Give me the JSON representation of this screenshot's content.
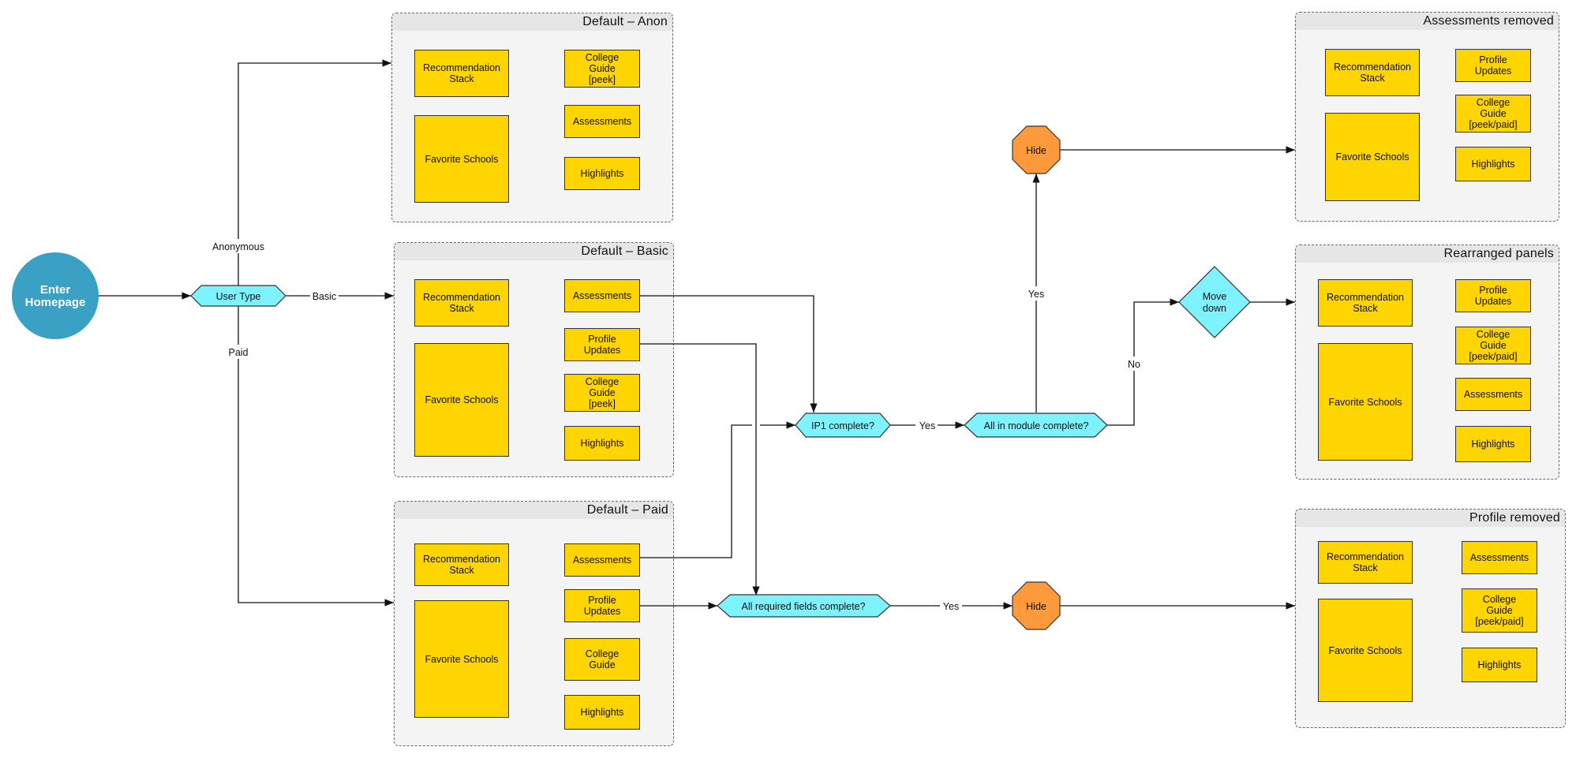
{
  "start": {
    "label": "Enter\nHomepage"
  },
  "decisions": {
    "user_type": "User Type",
    "ip1": "IP1 complete?",
    "all_module": "All in module complete?",
    "required": "All required fields complete?",
    "move_down": "Move\ndown"
  },
  "actions": {
    "hide": "Hide"
  },
  "edge_labels": {
    "anonymous": "Anonymous",
    "basic": "Basic",
    "paid": "Paid",
    "yes": "Yes",
    "no": "No"
  },
  "groups": {
    "anon": {
      "title": "Default – Anon",
      "items": [
        "Recommendation\nStack",
        "Favorite Schools",
        "College\nGuide\n[peek]",
        "Assessments",
        "Highlights"
      ]
    },
    "basic": {
      "title": "Default – Basic",
      "items": [
        "Recommendation\nStack",
        "Favorite Schools",
        "Assessments",
        "Profile\nUpdates",
        "College\nGuide\n[peek]",
        "Highlights"
      ]
    },
    "paid": {
      "title": "Default – Paid",
      "items": [
        "Recommendation\nStack",
        "Favorite Schools",
        "Assessments",
        "Profile\nUpdates",
        "College\nGuide",
        "Highlights"
      ]
    },
    "assess_removed": {
      "title": "Assessments removed",
      "items": [
        "Recommendation\nStack",
        "Favorite Schools",
        "Profile\nUpdates",
        "College\nGuide\n[peek/paid]",
        "Highlights"
      ]
    },
    "rearranged": {
      "title": "Rearranged panels",
      "items": [
        "Recommendation\nStack",
        "Favorite Schools",
        "Profile\nUpdates",
        "College\nGuide\n[peek/paid]",
        "Assessments",
        "Highlights"
      ]
    },
    "profile_removed": {
      "title": "Profile removed",
      "items": [
        "Recommendation\nStack",
        "Favorite Schools",
        "Assessments",
        "College\nGuide\n[peek/paid]",
        "Highlights"
      ]
    }
  },
  "colors": {
    "start": "#3aa0c4",
    "decision": "#7ef2ff",
    "hide": "#ff9a3c",
    "box": "#ffd500",
    "group_bg": "#f4f4f4"
  }
}
